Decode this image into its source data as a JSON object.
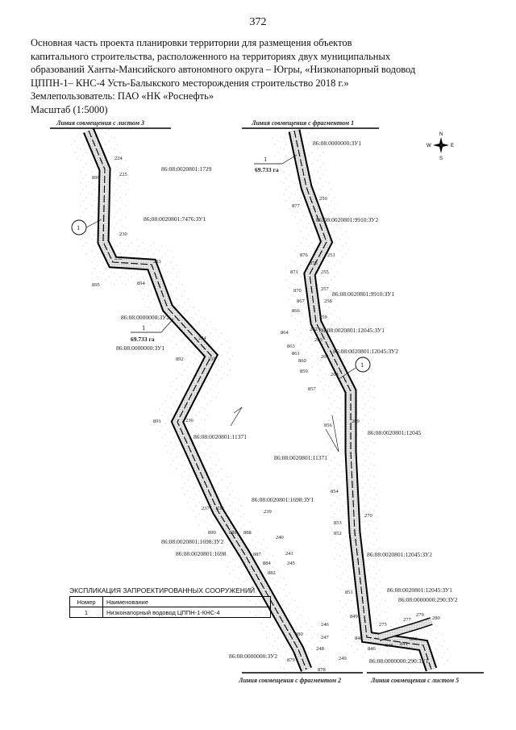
{
  "page_number": "372",
  "header": {
    "lines": [
      "Основная часть проекта планировки территории для размещения объектов",
      "капитального строительства, расположенного на территориях двух муниципальных",
      "образований Ханты-Мансийского автономного округа – Югры, «Низконапорный водовод",
      "ЦППН-1– КНС-4 Усть-Балыкского месторождения строительство 2018 г.»",
      "Землепользователь: ПАО «НК «Роснефть»",
      "Масштаб (1:5000)"
    ]
  },
  "map": {
    "match_lines": {
      "top_left": "Линия совмещения с листом 3",
      "top_right": "Линия совмещения с фрагментом 1",
      "bottom_center": "Линия совмещения с фрагментом 2",
      "bottom_right": "Линия совмещения с листом 5"
    },
    "compass": {
      "n": "N",
      "s": "S",
      "w": "W",
      "e": "E"
    },
    "callouts": [
      {
        "number": "1",
        "area": "69.733 га"
      },
      {
        "number": "1",
        "area": "69.733 га"
      }
    ],
    "circle_markers": [
      "1",
      "1"
    ],
    "parcels": [
      "86:08:0020801:1729",
      "86:08:0020801:7476:ЗУ1",
      "86:08:0000000:ЗУ2",
      "86:08:0000000:ЗУ1",
      "86:08:0020801:11371",
      "86:08:0020801:1698:ЗУ1",
      "86:08:0020801:1698:ЗУ2",
      "86:08:0020801:1698",
      "86:08:0000000:ЗУ2",
      "86:08:0000000:ЗУ1",
      "86:08:0020801:9910:ЗУ2",
      "86:08:0020801:9910:ЗУ1",
      "86:08:0020801:12045:ЗУ1",
      "86:08:0020801:12045:ЗУ2",
      "86:08:0020801:12045",
      "86:08:0020801:11371",
      "86:08:0020801:12045:ЗУ2",
      "86:08:0020801:12045:ЗУ1",
      "86:08:0000000:290:ЗУ2",
      "86:08:0000000:290:ЗУ1"
    ],
    "points": [
      "224",
      "225",
      "896",
      "230",
      "232",
      "233",
      "895",
      "894",
      "234",
      "892",
      "235",
      "891",
      "236",
      "237",
      "238",
      "239",
      "890",
      "889",
      "888",
      "240",
      "887",
      "241",
      "884",
      "245",
      "882",
      "246",
      "880",
      "247",
      "248",
      "879",
      "249",
      "878",
      "250",
      "877",
      "251",
      "876",
      "875",
      "871",
      "255",
      "257",
      "870",
      "867",
      "258",
      "866",
      "259",
      "864",
      "262",
      "263",
      "863",
      "861",
      "264",
      "860",
      "859",
      "268",
      "857",
      "856",
      "269",
      "854",
      "270",
      "853",
      "852",
      "851",
      "849",
      "848",
      "273",
      "277",
      "279",
      "280",
      "846",
      "845",
      "841",
      "839"
    ]
  },
  "legend": {
    "title": "ЭКСПЛИКАЦИЯ ЗАПРОЕКТИРОВАННЫХ СООРУЖЕНИЙ",
    "columns": [
      "Номер",
      "Наименование"
    ],
    "rows": [
      {
        "number": "1",
        "name": "Низконапорный водовод ЦППН-1-КНС-4"
      }
    ]
  }
}
